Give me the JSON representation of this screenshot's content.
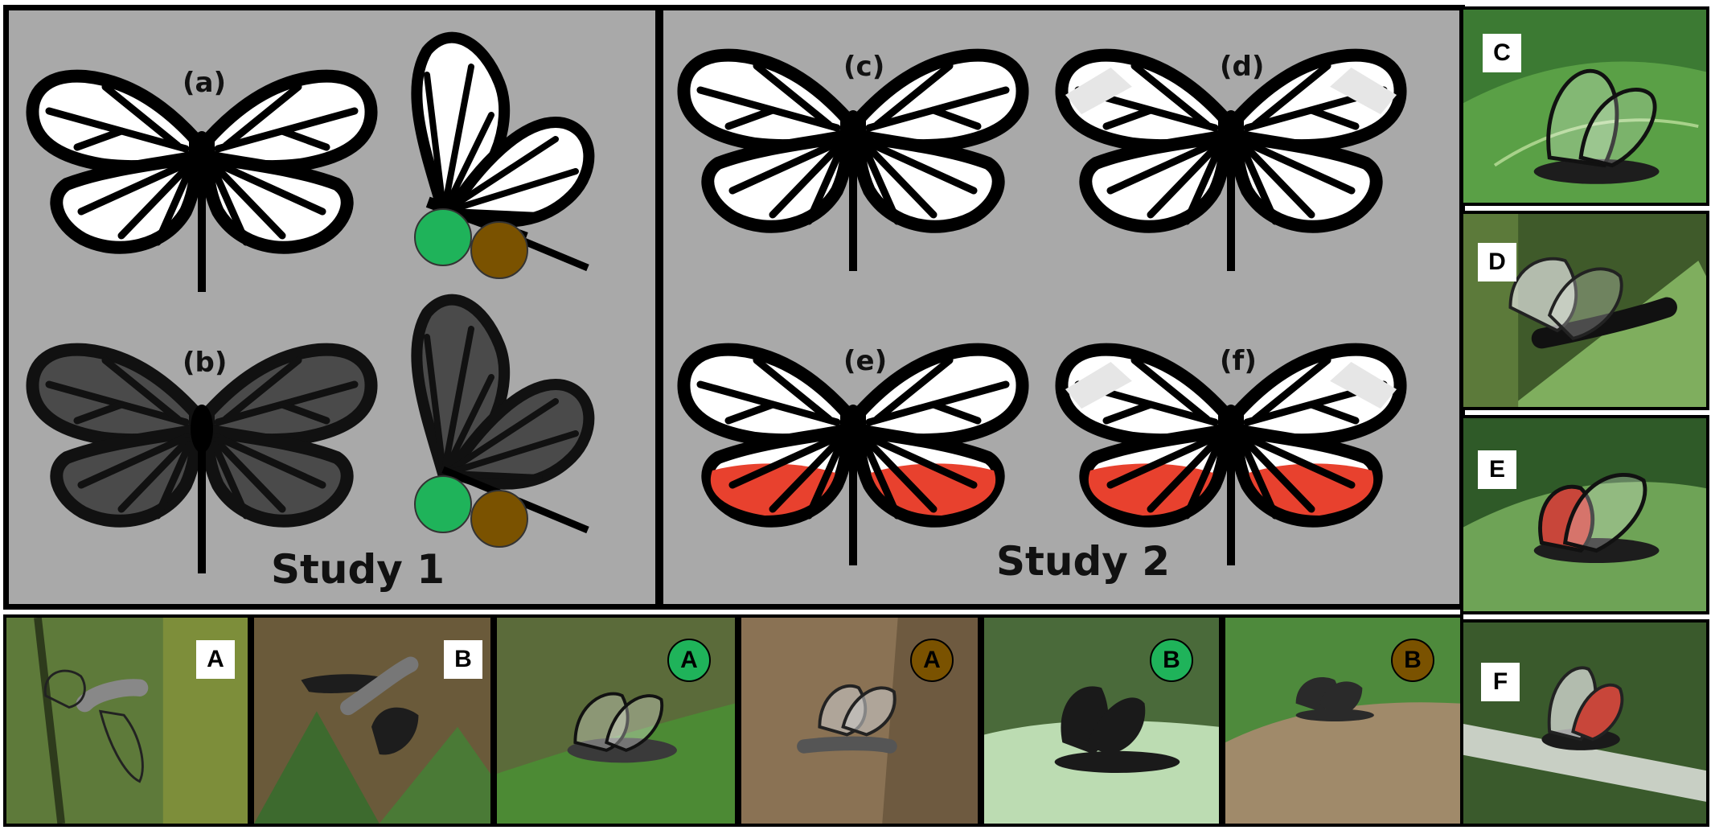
{
  "study1": {
    "title": "Study 1",
    "label_a": "(a)",
    "label_b": "(b)"
  },
  "study2": {
    "title": "Study 2",
    "label_c": "(c)",
    "label_d": "(d)",
    "label_e": "(e)",
    "label_f": "(f)"
  },
  "colors": {
    "panel_bg": "#a9a9a9",
    "wing_outline": "#000000",
    "transparent_wing": "#ffffff",
    "opaque_wing": "#4a4a4a",
    "white_band": "#e6e6e6",
    "red_patch": "#e8412e",
    "green_clay": "#1fb35a",
    "brown_clay": "#7a5200"
  },
  "side_photos": [
    {
      "label": "C"
    },
    {
      "label": "D"
    },
    {
      "label": "E"
    },
    {
      "label": "F"
    }
  ],
  "bottom_photos": [
    {
      "label": "A",
      "badge": "square"
    },
    {
      "label": "B",
      "badge": "square"
    },
    {
      "label": "A",
      "badge": "green-circle"
    },
    {
      "label": "A",
      "badge": "brown-circle"
    },
    {
      "label": "B",
      "badge": "green-circle"
    },
    {
      "label": "B",
      "badge": "brown-circle"
    }
  ]
}
